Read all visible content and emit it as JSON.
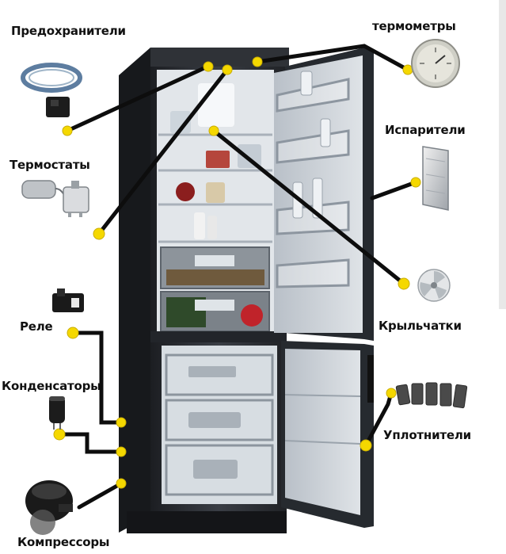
{
  "colors": {
    "fridge_body": "#2a2d33",
    "fridge_interior": "#e4e8ec",
    "door_inner": "#c6ccd3",
    "leader_line": "#0d0d0d",
    "marker": "#f5d800"
  },
  "labels": {
    "fuses": "Предохранители",
    "thermometers": "термометры",
    "thermostats": "Термостаты",
    "evaporators": "Испарители",
    "relay": "Реле",
    "impellers": "Крыльчатки",
    "capacitors": "Конденсаторы",
    "seals": "Уплотнители",
    "compressors": "Компрессоры"
  },
  "icons": {
    "fuses": "fuse-icon",
    "thermometer": "dial-thermometer-icon",
    "thermostat": "thermostat-icon",
    "evaporator": "evaporator-panel-icon",
    "relay": "relay-icon",
    "impeller": "impeller-icon",
    "capacitor": "capacitor-icon",
    "seals": "rubber-seal-icon",
    "compressor": "compressor-icon",
    "lens": "google-lens-icon"
  }
}
